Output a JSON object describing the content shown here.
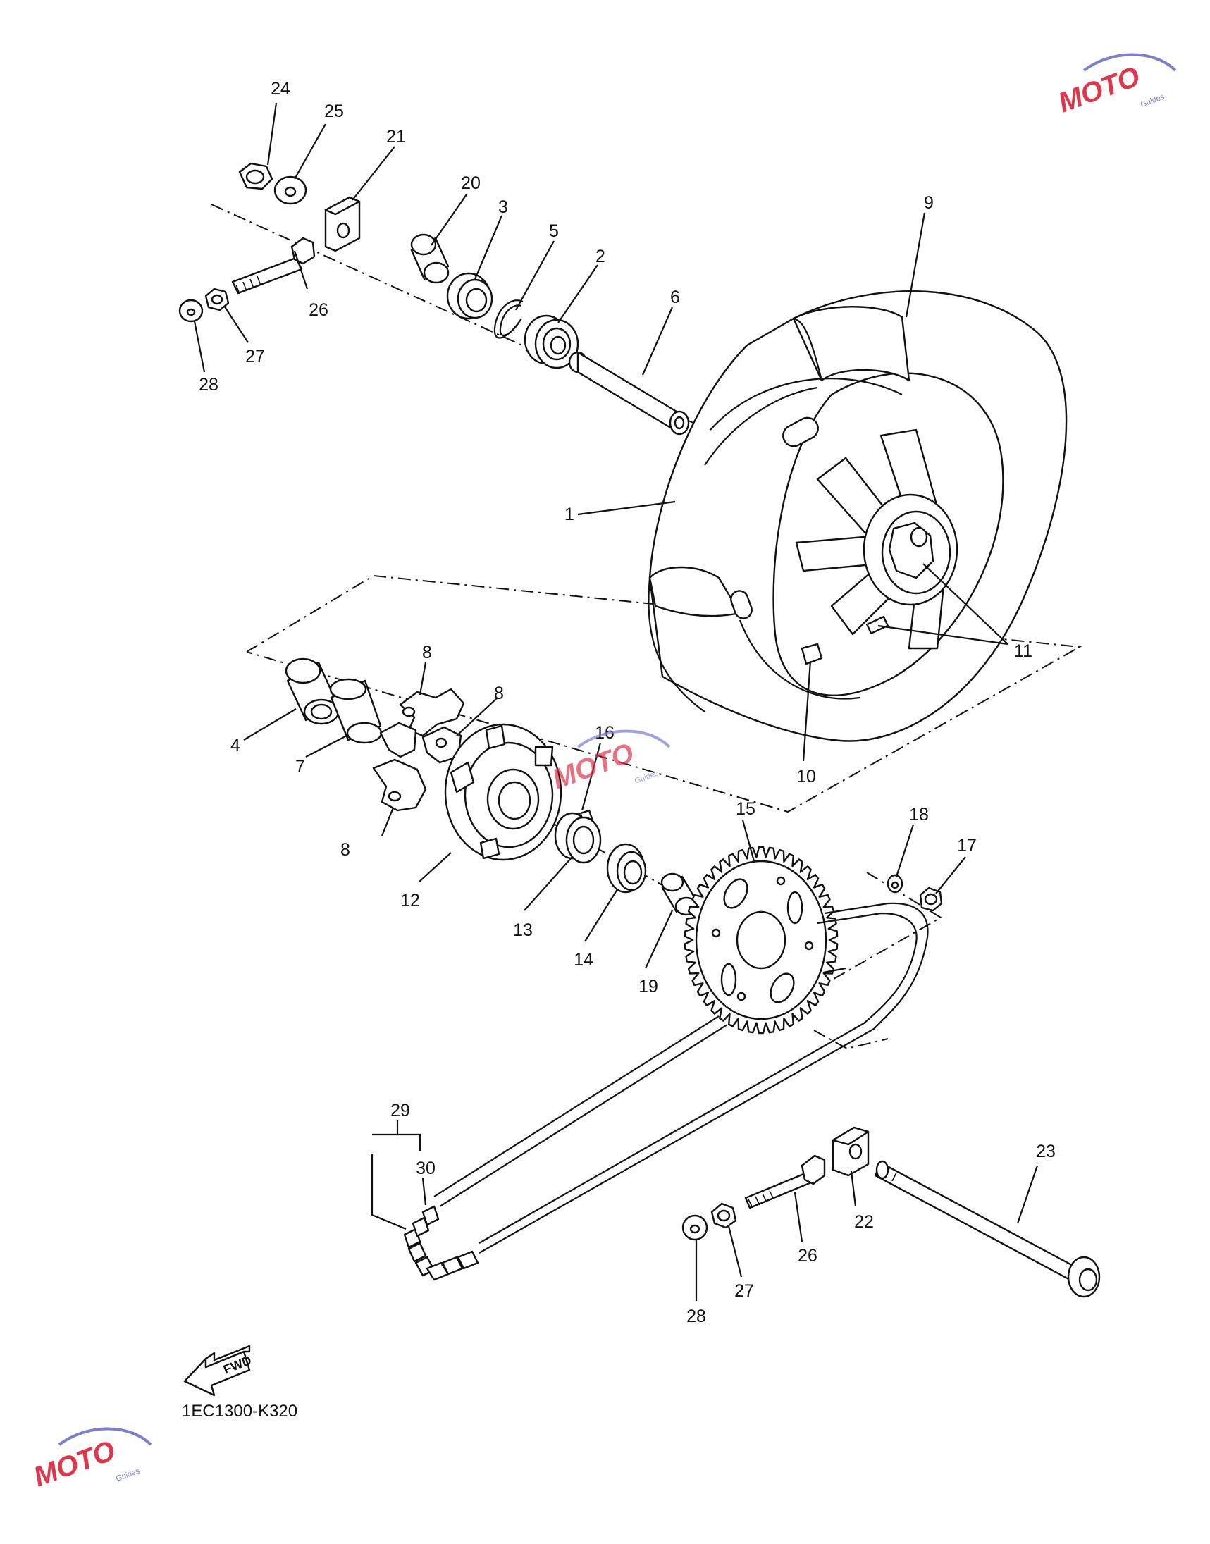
{
  "diagram": {
    "code": "1EC1300-K320",
    "fwd_label": "FWD",
    "watermark": {
      "brand": "MOTO",
      "sub": "Guides",
      "accent": "#e0354b",
      "accent2": "#7a7fcf"
    },
    "callouts": [
      {
        "id": "c24",
        "text": "24"
      },
      {
        "id": "c25",
        "text": "25"
      },
      {
        "id": "c21",
        "text": "21"
      },
      {
        "id": "c20",
        "text": "20"
      },
      {
        "id": "c3",
        "text": "3"
      },
      {
        "id": "c5",
        "text": "5"
      },
      {
        "id": "c2",
        "text": "2"
      },
      {
        "id": "c6",
        "text": "6"
      },
      {
        "id": "c9",
        "text": "9"
      },
      {
        "id": "c26a",
        "text": "26"
      },
      {
        "id": "c27a",
        "text": "27"
      },
      {
        "id": "c28a",
        "text": "28"
      },
      {
        "id": "c1",
        "text": "1"
      },
      {
        "id": "c11",
        "text": "11"
      },
      {
        "id": "c10",
        "text": "10"
      },
      {
        "id": "c8a",
        "text": "8"
      },
      {
        "id": "c8b",
        "text": "8"
      },
      {
        "id": "c8c",
        "text": "8"
      },
      {
        "id": "c4",
        "text": "4"
      },
      {
        "id": "c7",
        "text": "7"
      },
      {
        "id": "c16",
        "text": "16"
      },
      {
        "id": "c12",
        "text": "12"
      },
      {
        "id": "c13",
        "text": "13"
      },
      {
        "id": "c14",
        "text": "14"
      },
      {
        "id": "c19",
        "text": "19"
      },
      {
        "id": "c15",
        "text": "15"
      },
      {
        "id": "c18",
        "text": "18"
      },
      {
        "id": "c17",
        "text": "17"
      },
      {
        "id": "c29",
        "text": "29"
      },
      {
        "id": "c30",
        "text": "30"
      },
      {
        "id": "c23",
        "text": "23"
      },
      {
        "id": "c22",
        "text": "22"
      },
      {
        "id": "c26b",
        "text": "26"
      },
      {
        "id": "c27b",
        "text": "27"
      },
      {
        "id": "c28b",
        "text": "28"
      }
    ]
  }
}
